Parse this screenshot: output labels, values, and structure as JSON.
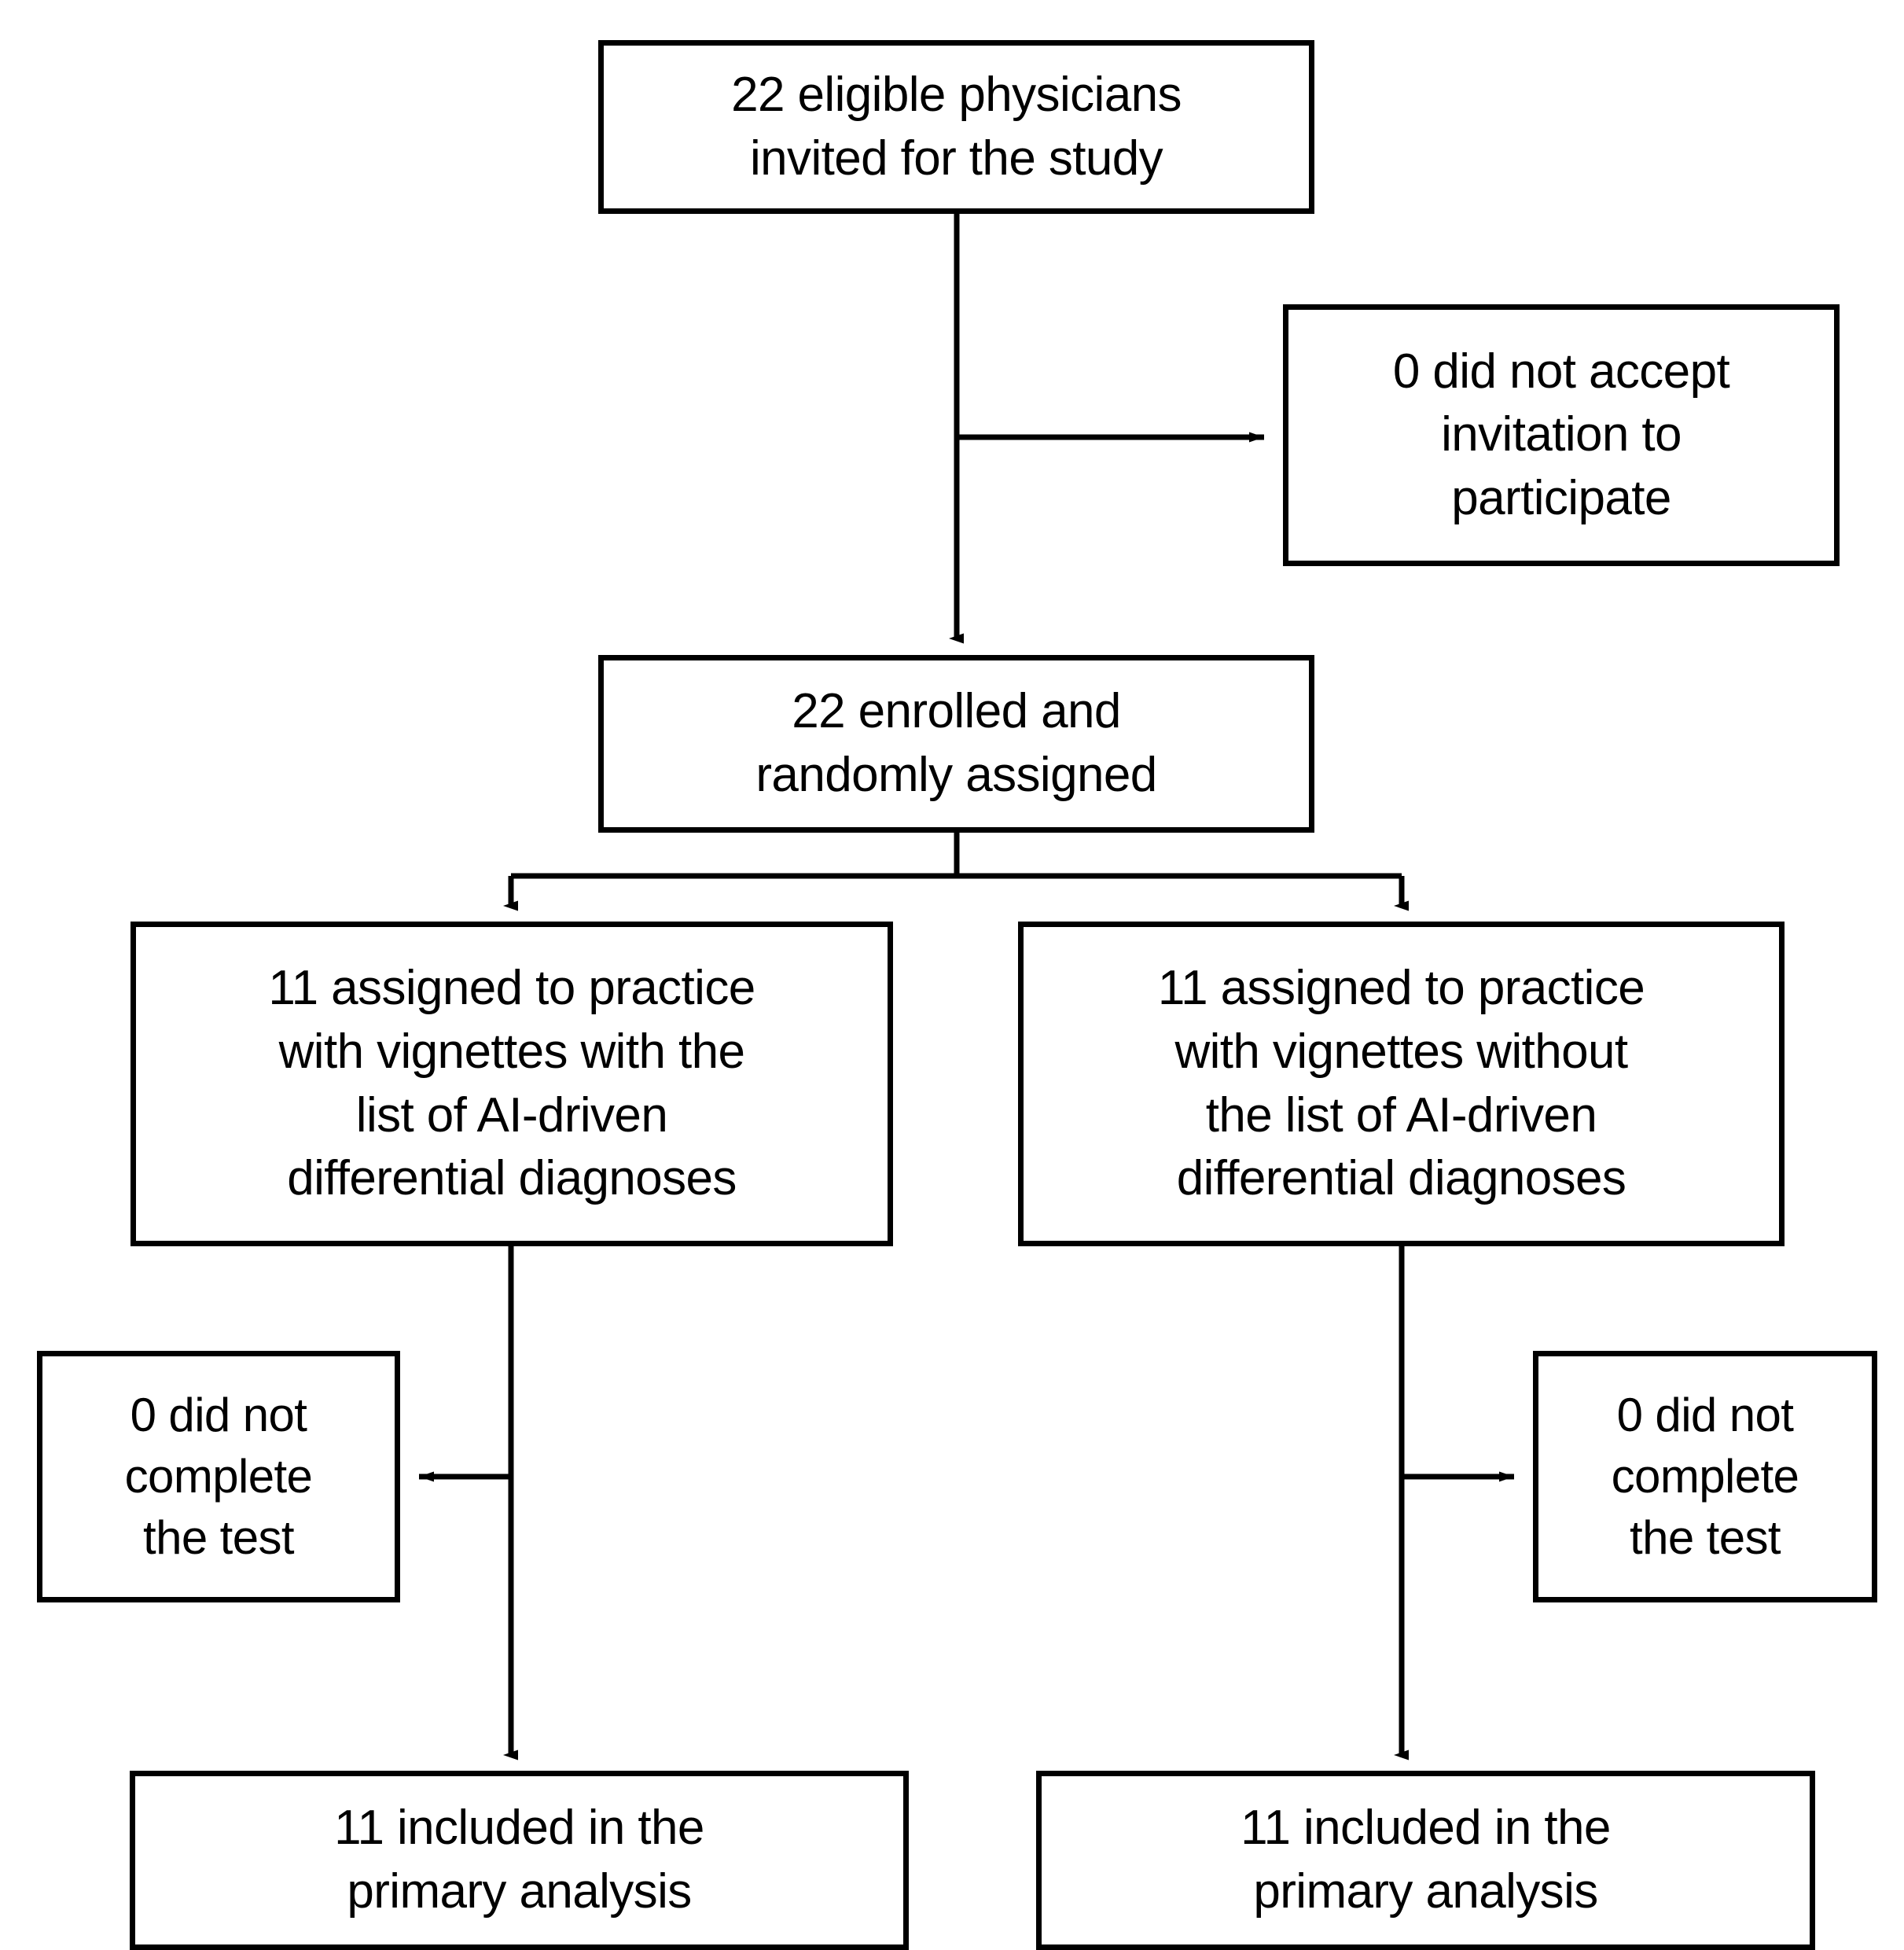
{
  "diagram": {
    "type": "consort-flow-diagram",
    "title": "CONSORT participant flow diagram",
    "background_color": "#ffffff",
    "line_color": "#000000",
    "box_border_color": "#000000",
    "text_color": "#000000"
  },
  "nodes": {
    "eligible": {
      "label": "22 eligible physicians\ninvited for the study",
      "count": 22,
      "stage": "enrollment"
    },
    "not_accept": {
      "label": "0 did not accept\ninvitation to\nparticipate",
      "count": 0,
      "stage": "exclusion"
    },
    "enrolled": {
      "label": "22 enrolled and\nrandomly assigned",
      "count": 22,
      "stage": "randomization"
    },
    "allocation_with_ai": {
      "label": "11 assigned to practice\nwith vignettes with the\nlist of AI-driven\ndifferential diagnoses",
      "count": 11,
      "stage": "allocation",
      "arm": "with AI list"
    },
    "allocation_without_ai": {
      "label": "11 assigned to practice\nwith vignettes without\nthe list of AI-driven\ndifferential diagnoses",
      "count": 11,
      "stage": "allocation",
      "arm": "without AI list"
    },
    "incomplete_left": {
      "label": "0 did not\ncomplete\nthe test",
      "count": 0,
      "stage": "follow-up"
    },
    "incomplete_right": {
      "label": "0 did not\ncomplete\nthe test",
      "count": 0,
      "stage": "follow-up"
    },
    "analysis_left": {
      "label": "11 included in the\nprimary analysis",
      "count": 11,
      "stage": "analysis"
    },
    "analysis_right": {
      "label": "11 included in the\nprimary analysis",
      "count": 11,
      "stage": "analysis"
    }
  },
  "edges": [
    {
      "name": "eligible-to-enrolled",
      "from": "eligible",
      "to": "enrolled",
      "direction": "down"
    },
    {
      "name": "eligible-to-not-accept",
      "from": "eligible",
      "to": "not_accept",
      "direction": "right"
    },
    {
      "name": "enrolled-to-allocation-with",
      "from": "enrolled",
      "to": "allocation_with_ai",
      "direction": "down-left"
    },
    {
      "name": "enrolled-to-allocation-without",
      "from": "enrolled",
      "to": "allocation_without_ai",
      "direction": "down-right"
    },
    {
      "name": "allocation-with-to-incomplete-left",
      "from": "allocation_with_ai",
      "to": "incomplete_left",
      "direction": "left"
    },
    {
      "name": "allocation-with-to-analysis-left",
      "from": "allocation_with_ai",
      "to": "analysis_left",
      "direction": "down"
    },
    {
      "name": "allocation-without-to-incomplete-right",
      "from": "allocation_without_ai",
      "to": "incomplete_right",
      "direction": "right"
    },
    {
      "name": "allocation-without-to-analysis-right",
      "from": "allocation_without_ai",
      "to": "analysis_right",
      "direction": "down"
    }
  ]
}
